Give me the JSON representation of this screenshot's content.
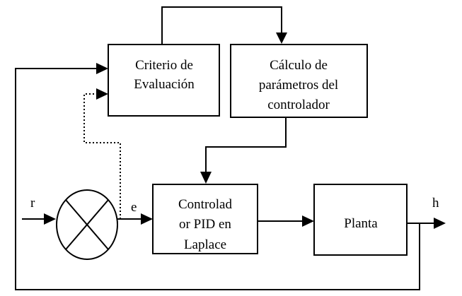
{
  "blocks": {
    "criterio": {
      "lines": [
        "Criterio de",
        "Evaluación"
      ]
    },
    "calculo": {
      "lines": [
        "Cálculo de",
        "parámetros del",
        "controlador"
      ]
    },
    "controlador": {
      "lines": [
        "Controlad",
        "or PID en",
        "Laplace"
      ]
    },
    "planta": {
      "lines": [
        "Planta"
      ]
    }
  },
  "signals": {
    "r": "r",
    "e": "e",
    "h": "h"
  }
}
